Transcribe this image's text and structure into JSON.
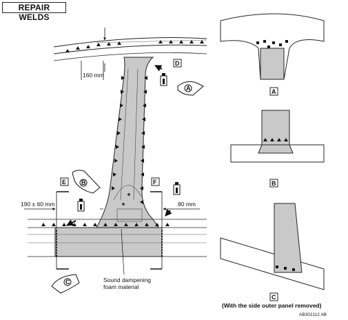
{
  "title": "REPAIR WELDS",
  "dimensions": {
    "top_offset": "160 mm",
    "left_offset": "190 ± 60 mm",
    "right_offset": "80 mm"
  },
  "section_labels": [
    "D",
    "E",
    "F"
  ],
  "view_tags": [
    "A",
    "B",
    "C"
  ],
  "material_label_line1": "Sound dampening",
  "material_label_line2": "foam material",
  "caption": "(With the side outer panel removed)",
  "figure_code": "AB302112 AB",
  "colors": {
    "panel_fill": "#c9c9c9",
    "line": "#222222"
  }
}
